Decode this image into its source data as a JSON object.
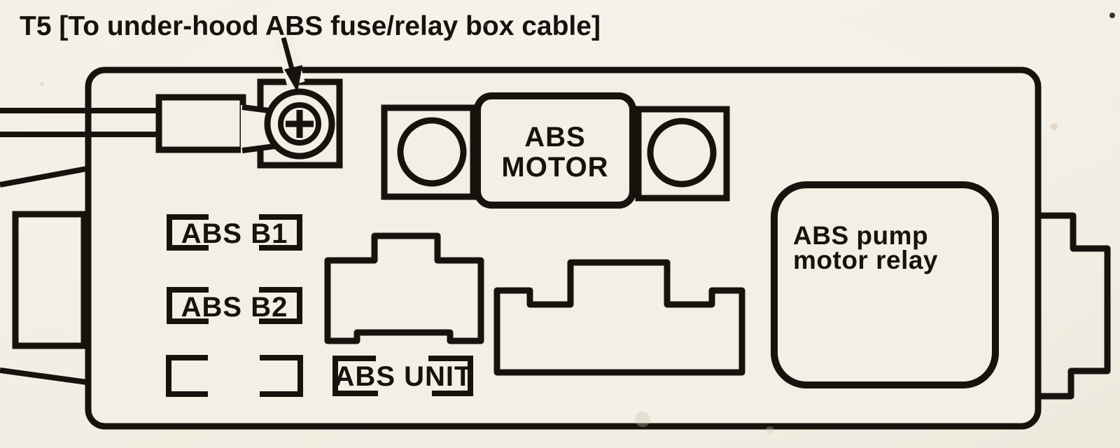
{
  "title": "T5 [To under-hood ABS fuse/relay box cable]",
  "labels": {
    "abs_motor_line1": "ABS",
    "abs_motor_line2": "MOTOR",
    "fuse_b1": "ABS B1",
    "fuse_b2": "ABS B2",
    "abs_unit": "ABS UNIT",
    "pump_relay_line1": "ABS pump",
    "pump_relay_line2": "motor relay"
  },
  "colors": {
    "ink": "#16120e",
    "paper": "#f2efe4"
  }
}
